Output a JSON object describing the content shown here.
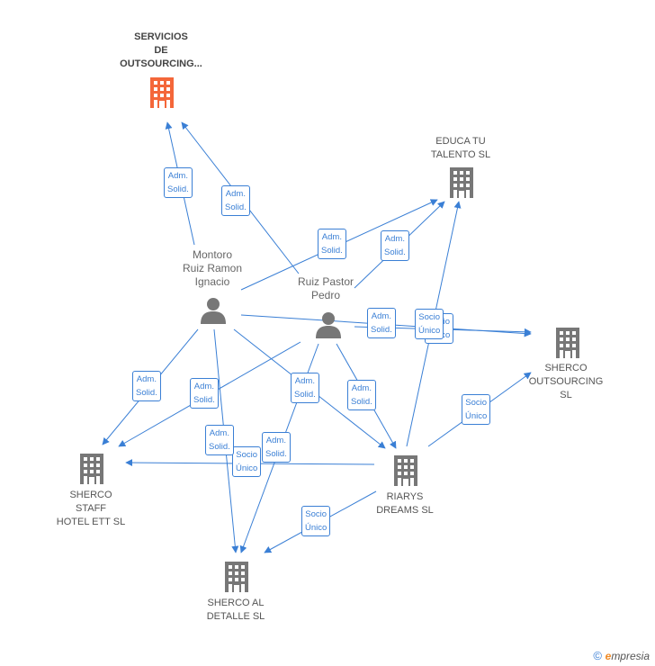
{
  "colors": {
    "edge": "#3a7fd5",
    "company_icon": "#777777",
    "highlight_icon": "#f4673a",
    "person_icon": "#777777",
    "label_text": "#555555"
  },
  "companies": [
    {
      "id": "servicios",
      "lines": [
        "SERVICIOS",
        "DE",
        "OUTSOURCING..."
      ],
      "highlight": true,
      "icon": "building-icon"
    },
    {
      "id": "educa",
      "lines": [
        "EDUCA TU",
        "TALENTO  SL"
      ],
      "highlight": false,
      "icon": "building-icon"
    },
    {
      "id": "sherco_out",
      "lines": [
        "SHERCO",
        "OUTSOURCING",
        "SL"
      ],
      "highlight": false,
      "icon": "building-icon"
    },
    {
      "id": "riarys",
      "lines": [
        "RIARYS",
        "DREAMS  SL"
      ],
      "highlight": false,
      "icon": "building-icon"
    },
    {
      "id": "sherco_staff",
      "lines": [
        "SHERCO",
        "STAFF",
        "HOTEL ETT  SL"
      ],
      "highlight": false,
      "icon": "building-icon"
    },
    {
      "id": "sherco_al",
      "lines": [
        "SHERCO AL",
        "DETALLE  SL"
      ],
      "highlight": false,
      "icon": "building-icon"
    }
  ],
  "persons": [
    {
      "id": "montoro",
      "lines": [
        "Montoro",
        "Ruiz Ramon",
        "Ignacio"
      ],
      "icon": "person-icon"
    },
    {
      "id": "ruiz",
      "lines": [
        "Ruiz Pastor",
        "Pedro"
      ],
      "icon": "person-icon"
    }
  ],
  "relations": [
    {
      "id": "r1",
      "lines": [
        "Adm.",
        "Solid."
      ]
    },
    {
      "id": "r2",
      "lines": [
        "Adm.",
        "Solid."
      ]
    },
    {
      "id": "r3",
      "lines": [
        "Adm.",
        "Solid."
      ]
    },
    {
      "id": "r4",
      "lines": [
        "Adm.",
        "Solid."
      ]
    },
    {
      "id": "r5",
      "lines": [
        "Adm.",
        "Solid."
      ]
    },
    {
      "id": "r6",
      "lines": [
        "Socio",
        "Único"
      ]
    },
    {
      "id": "r6b",
      "lines": [
        "Socio",
        "Único"
      ]
    },
    {
      "id": "r7",
      "lines": [
        "Adm.",
        "Solid."
      ]
    },
    {
      "id": "r8",
      "lines": [
        "Adm.",
        "Solid."
      ]
    },
    {
      "id": "r9",
      "lines": [
        "Adm.",
        "Solid."
      ]
    },
    {
      "id": "r10",
      "lines": [
        "Adm.",
        "Solid."
      ]
    },
    {
      "id": "r11",
      "lines": [
        "Socio",
        "Único"
      ]
    },
    {
      "id": "r12",
      "lines": [
        "Adm.",
        "Solid."
      ]
    },
    {
      "id": "r13",
      "lines": [
        "Socio",
        "Único"
      ]
    },
    {
      "id": "r14",
      "lines": [
        "Adm.",
        "Solid."
      ]
    },
    {
      "id": "r15",
      "lines": [
        "Socio",
        "Único"
      ]
    }
  ],
  "footer": {
    "symbol": "©",
    "brand_initial": "e",
    "brand_rest": "mpresia"
  }
}
